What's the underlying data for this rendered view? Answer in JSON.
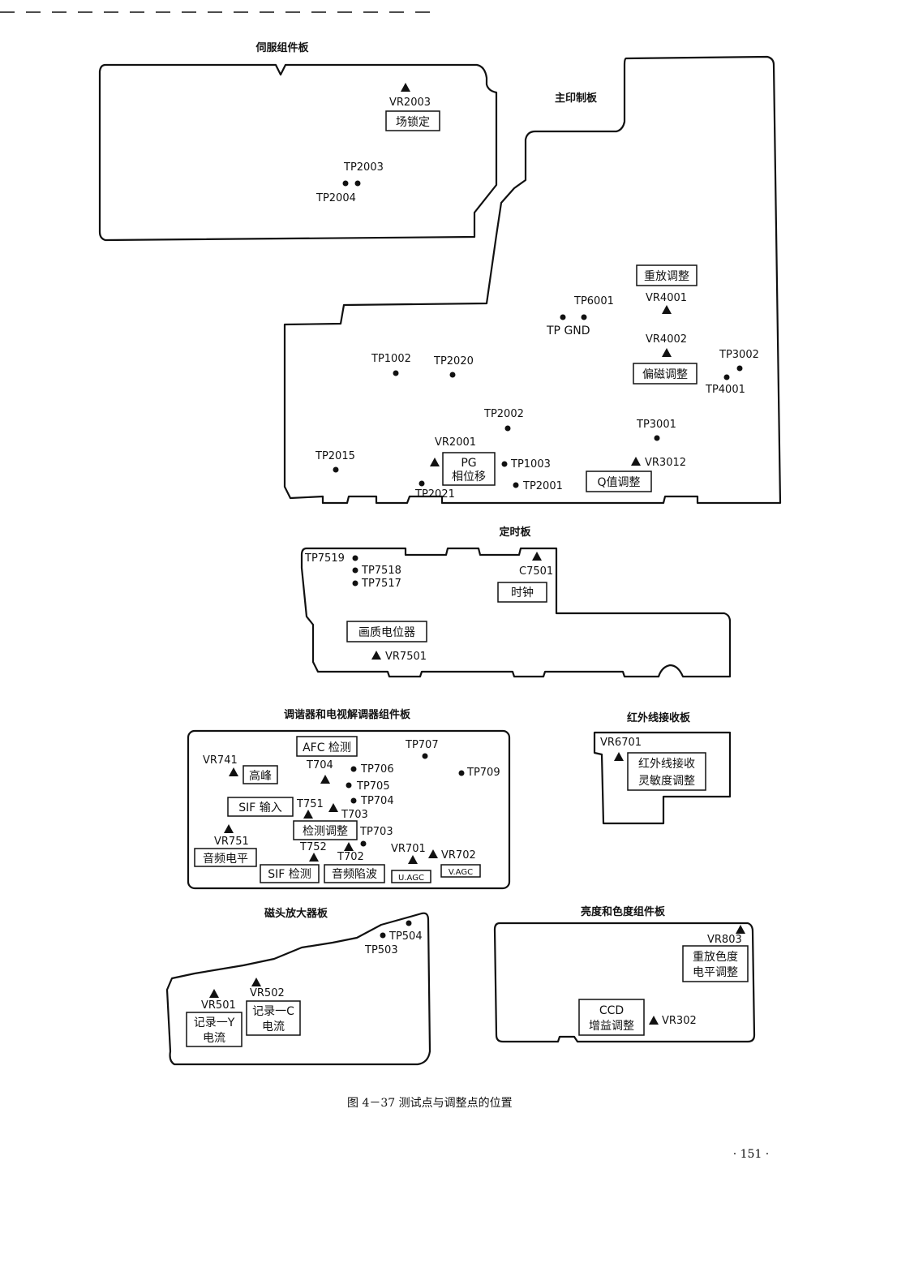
{
  "boards": {
    "servo": "伺服组件板",
    "main": "主印制板",
    "timer": "定时板",
    "tuner": "调谐器和电视解调器组件板",
    "ir": "红外线接收板",
    "head_amp": "磁头放大器板",
    "luma_chroma": "亮度和色度组件板"
  },
  "points": {
    "vr2003": "VR2003",
    "tp2003": "TP2003",
    "tp2004": "TP2004",
    "tp6001": "TP6001",
    "tp_gnd": "TP  GND",
    "vr4001": "VR4001",
    "vr4002": "VR4002",
    "tp3002": "TP3002",
    "tp4001": "TP4001",
    "tp1002": "TP1002",
    "tp2020": "TP2020",
    "tp2002": "TP2002",
    "tp3001": "TP3001",
    "vr2001": "VR2001",
    "tp1003": "TP1003",
    "tp2001": "TP2001",
    "vr3012": "VR3012",
    "tp2015": "TP2015",
    "tp2021": "TP2021",
    "tp7519": "TP7519",
    "tp7518": "TP7518",
    "tp7517": "TP7517",
    "c7501": "C7501",
    "vr7501": "VR7501",
    "tp707": "TP707",
    "vr741": "VR741",
    "t704": "T704",
    "tp706": "TP706",
    "tp709": "TP709",
    "tp705": "TP705",
    "tp704": "TP704",
    "t751": "T751",
    "t703": "T703",
    "tp703": "TP703",
    "vr751": "VR751",
    "t752": "T752",
    "t702": "T702",
    "vr701": "VR701",
    "vr702": "VR702",
    "vr6701": "VR6701",
    "tp504": "TP504",
    "tp503": "TP503",
    "vr502": "VR502",
    "vr501": "VR501",
    "vr803": "VR803",
    "vr302": "VR302"
  },
  "labels": {
    "field_lock": "场锁定",
    "playback_adj": "重放调整",
    "bias_adj": "偏磁调整",
    "pg_1": "PG",
    "pg_2": "相位移",
    "q_adj": "Q值调整",
    "clock": "时钟",
    "pic_pot": "画质电位器",
    "afc_det": "AFC 检测",
    "peak": "高峰",
    "sif_in": "SIF 输入",
    "det_adj": "检测调整",
    "audio_level": "音频电平",
    "sif_det": "SIF 检测",
    "audio_trap": "音频陷波",
    "u_agc": "U.AGC",
    "v_agc": "V.AGC",
    "ir_sens_1": "红外线接收",
    "ir_sens_2": "灵敏度调整",
    "rec_c_1": "记录一C",
    "rec_c_2": "电流",
    "rec_y_1": "记录一Y",
    "rec_y_2": "电流",
    "pb_chroma_1": "重放色度",
    "pb_chroma_2": "电平调整",
    "ccd_1": "CCD",
    "ccd_2": "增益调整"
  },
  "caption": "图 4－37    测试点与调整点的位置",
  "page_number": "· 151 ·"
}
